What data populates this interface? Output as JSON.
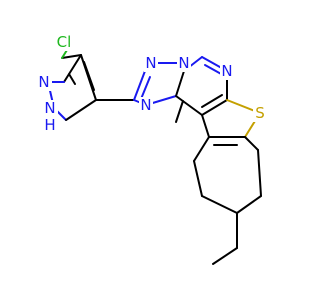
{
  "molecule": {
    "atoms": [
      {
        "name": "cl",
        "label": "Cl",
        "color": "#1fb81f"
      },
      {
        "name": "n-pyrazole-top",
        "label": "N",
        "color": "#1a1af0"
      },
      {
        "name": "n-pyrazole-nh",
        "label": "N",
        "color": "#1a1af0"
      },
      {
        "name": "h-pyrazole",
        "label": "H",
        "color": "#1a1af0"
      },
      {
        "name": "n-triazole-top",
        "label": "N",
        "color": "#1a1af0"
      },
      {
        "name": "n-triazole-right",
        "label": "N",
        "color": "#1a1af0"
      },
      {
        "name": "n-triazole-bottom",
        "label": "N",
        "color": "#1a1af0"
      },
      {
        "name": "n-pyrimidine",
        "label": "N",
        "color": "#1a1af0"
      },
      {
        "name": "s-thiophene",
        "label": "S",
        "color": "#c4a000"
      }
    ],
    "colors": {
      "carbon": "#000000",
      "nitrogen": "#1a1af0",
      "chlorine": "#1fb81f",
      "sulfur": "#c4a000"
    }
  }
}
